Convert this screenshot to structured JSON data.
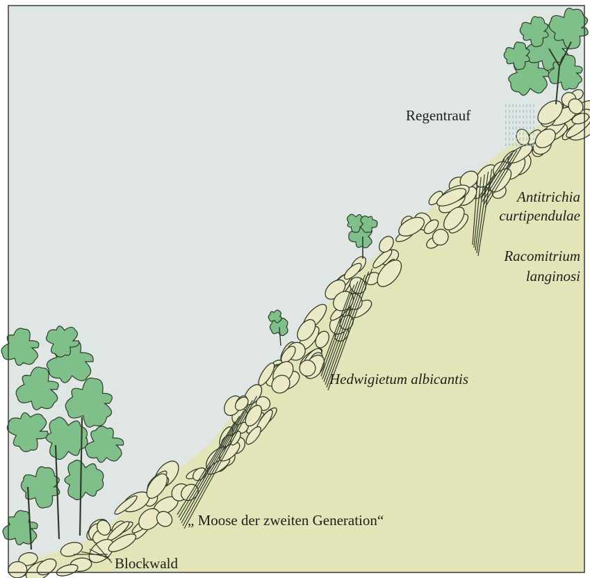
{
  "labels": {
    "regentrauf": "Regentrauf",
    "antitrichia_1": "Antitrichia",
    "antitrichia_2": "curtipendulae",
    "racomitrium_1": "Racomitrium",
    "racomitrium_2": "langinosi",
    "hedwigietum": "Hedwigietum albicantis",
    "moose": "„ Moose der zweiten Generation“",
    "blockwald": "Blockwald"
  },
  "colors": {
    "sky": "#dfe6e4",
    "ground": "#e3e4b7",
    "foliage": "#7fbf8a",
    "outline": "#2f3a2a",
    "rock": "#ece9c6",
    "rain": "#9fc7cf"
  }
}
